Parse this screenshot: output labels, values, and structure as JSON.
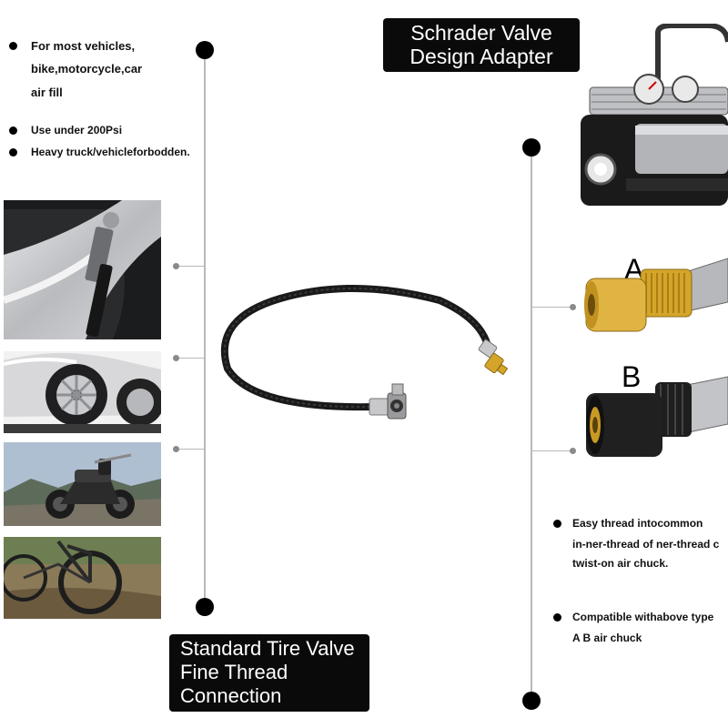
{
  "left_bullets": [
    {
      "lines": [
        "For most vehicles,",
        "bike,motorcycle,car",
        "air fill"
      ]
    },
    {
      "lines": [
        "Use under 200Psi"
      ]
    },
    {
      "lines": [
        "Heavy truck/vehicleforbodden."
      ]
    }
  ],
  "top_label": {
    "lines": [
      "Schrader Valve",
      "Design Adapter"
    ]
  },
  "bottom_label": {
    "lines": [
      "Standard Tire Valve",
      "Fine Thread",
      "Connection"
    ]
  },
  "letters": {
    "a": "A",
    "b": "B"
  },
  "right_bullets": [
    {
      "lines": [
        "Easy thread intocommon",
        "in-ner-thread of ner-thread c",
        "twist-on air chuck."
      ]
    },
    {
      "lines": [
        "Compatible withabove type",
        "A B air  chuck"
      ]
    }
  ],
  "colors": {
    "label_bg": "#0a0a0a",
    "brass": "#d4a52a",
    "hose": "#1a1a1a"
  }
}
